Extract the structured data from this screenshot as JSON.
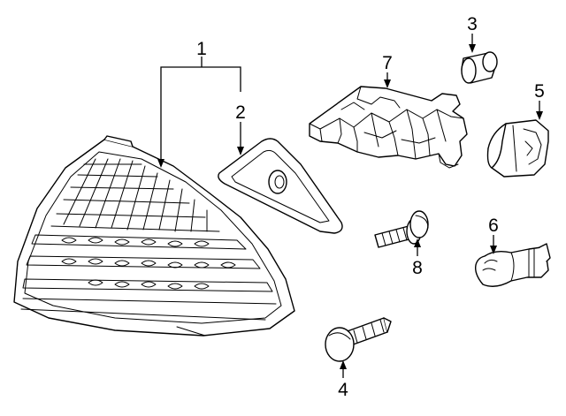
{
  "callouts": [
    {
      "id": "1",
      "label": "1",
      "part": "tail-lamp-assembly"
    },
    {
      "id": "2",
      "label": "2",
      "part": "gasket"
    },
    {
      "id": "3",
      "label": "3",
      "part": "grommet"
    },
    {
      "id": "4",
      "label": "4",
      "part": "screw"
    },
    {
      "id": "5",
      "label": "5",
      "part": "bulb-socket"
    },
    {
      "id": "6",
      "label": "6",
      "part": "bulb"
    },
    {
      "id": "7",
      "label": "7",
      "part": "lamp-housing"
    },
    {
      "id": "8",
      "label": "8",
      "part": "bolt"
    }
  ],
  "colors": {
    "line": "#000000",
    "background": "#ffffff",
    "shade": "#e6e6e6"
  }
}
